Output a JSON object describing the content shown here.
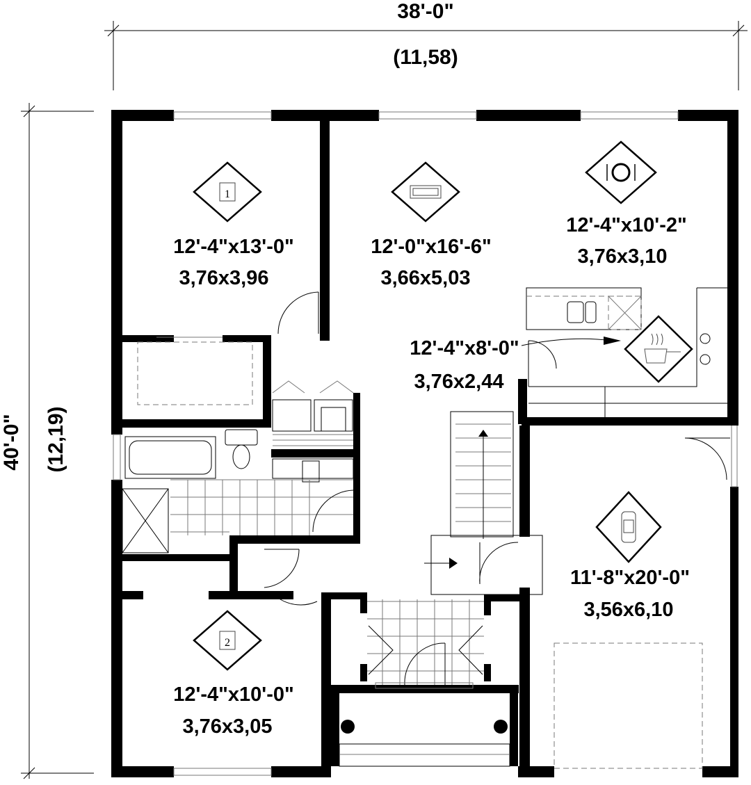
{
  "dimensions": {
    "width_imperial": "38'-0\"",
    "width_metric": "(11,58)",
    "depth_imperial": "40'-0\"",
    "depth_metric": "(12,19)"
  },
  "rooms": [
    {
      "id": "bedroom-1",
      "icon": "bed-1-icon",
      "glyph": "1",
      "imperial": "12'-4\"x13'-0\"",
      "metric": "3,76x3,96"
    },
    {
      "id": "living-room",
      "icon": "sofa-icon",
      "imperial": "12'-0\"x16'-6\"",
      "metric": "3,66x5,03"
    },
    {
      "id": "dining-room",
      "icon": "plate-cutlery-icon",
      "imperial": "12'-4\"x10'-2\"",
      "metric": "3,76x3,10"
    },
    {
      "id": "kitchen",
      "icon": "cooking-pot-icon",
      "imperial": "12'-4\"x8'-0\"",
      "metric": "3,76x2,44"
    },
    {
      "id": "garage",
      "icon": "car-icon",
      "imperial": "11'-8\"x20'-0\"",
      "metric": "3,56x6,10"
    },
    {
      "id": "bedroom-2",
      "icon": "bed-2-icon",
      "glyph": "2",
      "imperial": "12'-4\"x10'-0\"",
      "metric": "3,76x3,05"
    }
  ]
}
